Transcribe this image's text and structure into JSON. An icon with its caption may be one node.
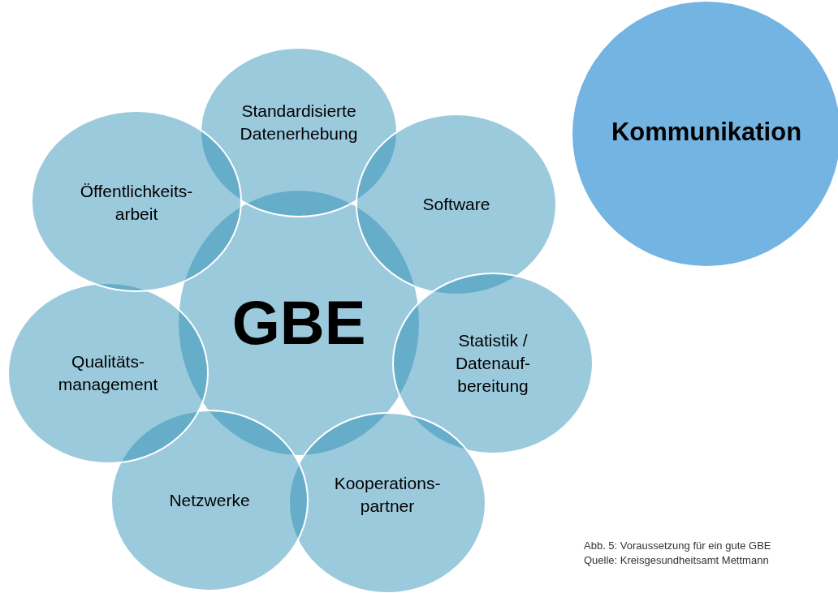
{
  "diagram": {
    "caption": "Abb. 5: Voraussetzung für ein gute GBE",
    "nodes": [
      {
        "text": [
          "GBE"
        ]
      },
      {
        "text": [
          "Standardisierte Datenerhebung"
        ]
      },
      {
        "text": [
          "Software"
        ]
      },
      {
        "text": [
          "Statistik / Datenauf- bereitung"
        ]
      },
      {
        "text": [
          "Kooperations- partner"
        ]
      },
      {
        "text": [
          "Netzwerke"
        ]
      },
      {
        "text": [
          "Qualitäts- management"
        ]
      },
      {
        "text": [
          "Öffentlichkeits- arbeit"
        ]
      },
      {
        "text": [
          "Kommunikation"
        ]
      }
    ],
    "labels": [
      "Quelle: Kreisgesundheitsamt Mettmann"
    ]
  }
}
